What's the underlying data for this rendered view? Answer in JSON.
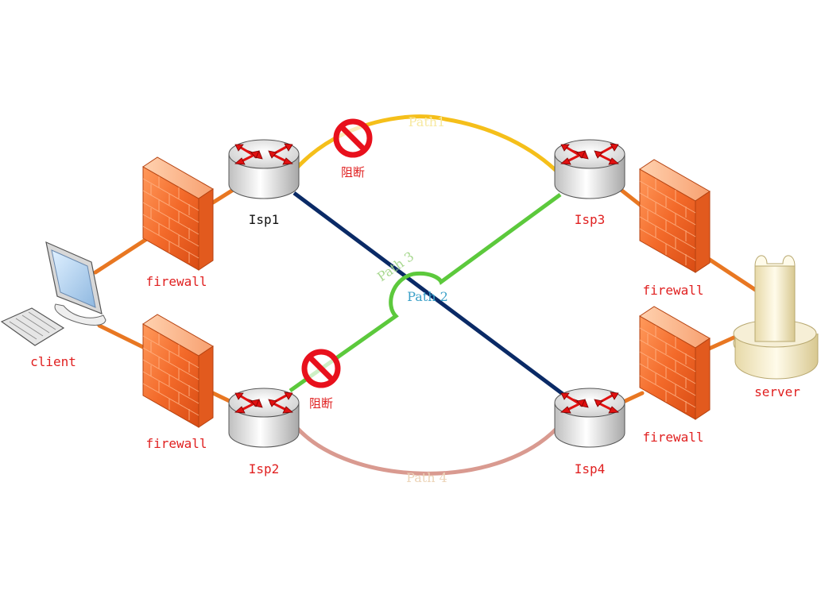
{
  "nodes": {
    "client": "client",
    "firewall_top_left": "firewall",
    "firewall_bottom_left": "firewall",
    "isp1": "Isp1",
    "isp2": "Isp2",
    "isp3": "Isp3",
    "isp4": "Isp4",
    "firewall_top_right": "firewall",
    "firewall_bottom_right": "firewall",
    "server": "server"
  },
  "paths": {
    "path1": "Path1",
    "path2": "Path 2",
    "path3": "Path 3",
    "path4": "Path 4"
  },
  "blocks": {
    "block_top": "阻断",
    "block_bottom": "阻断"
  },
  "colors": {
    "link_orange": "#e87722",
    "path1": "#f5bf1a",
    "path2": "#0a2a66",
    "path3": "#5cc93c",
    "path4": "#d99a90",
    "label_red": "#e02020",
    "path1_label": "#f7e9a0",
    "path2_label": "#3aa0c8",
    "path3_label": "#a8d890",
    "path4_label": "#ecd4b8",
    "block_red": "#e8101c"
  },
  "icons": {
    "client": "computer-icon",
    "firewall": "firewall-brick-icon",
    "router": "router-icon",
    "server": "server-tower-icon",
    "block": "prohibited-icon"
  }
}
